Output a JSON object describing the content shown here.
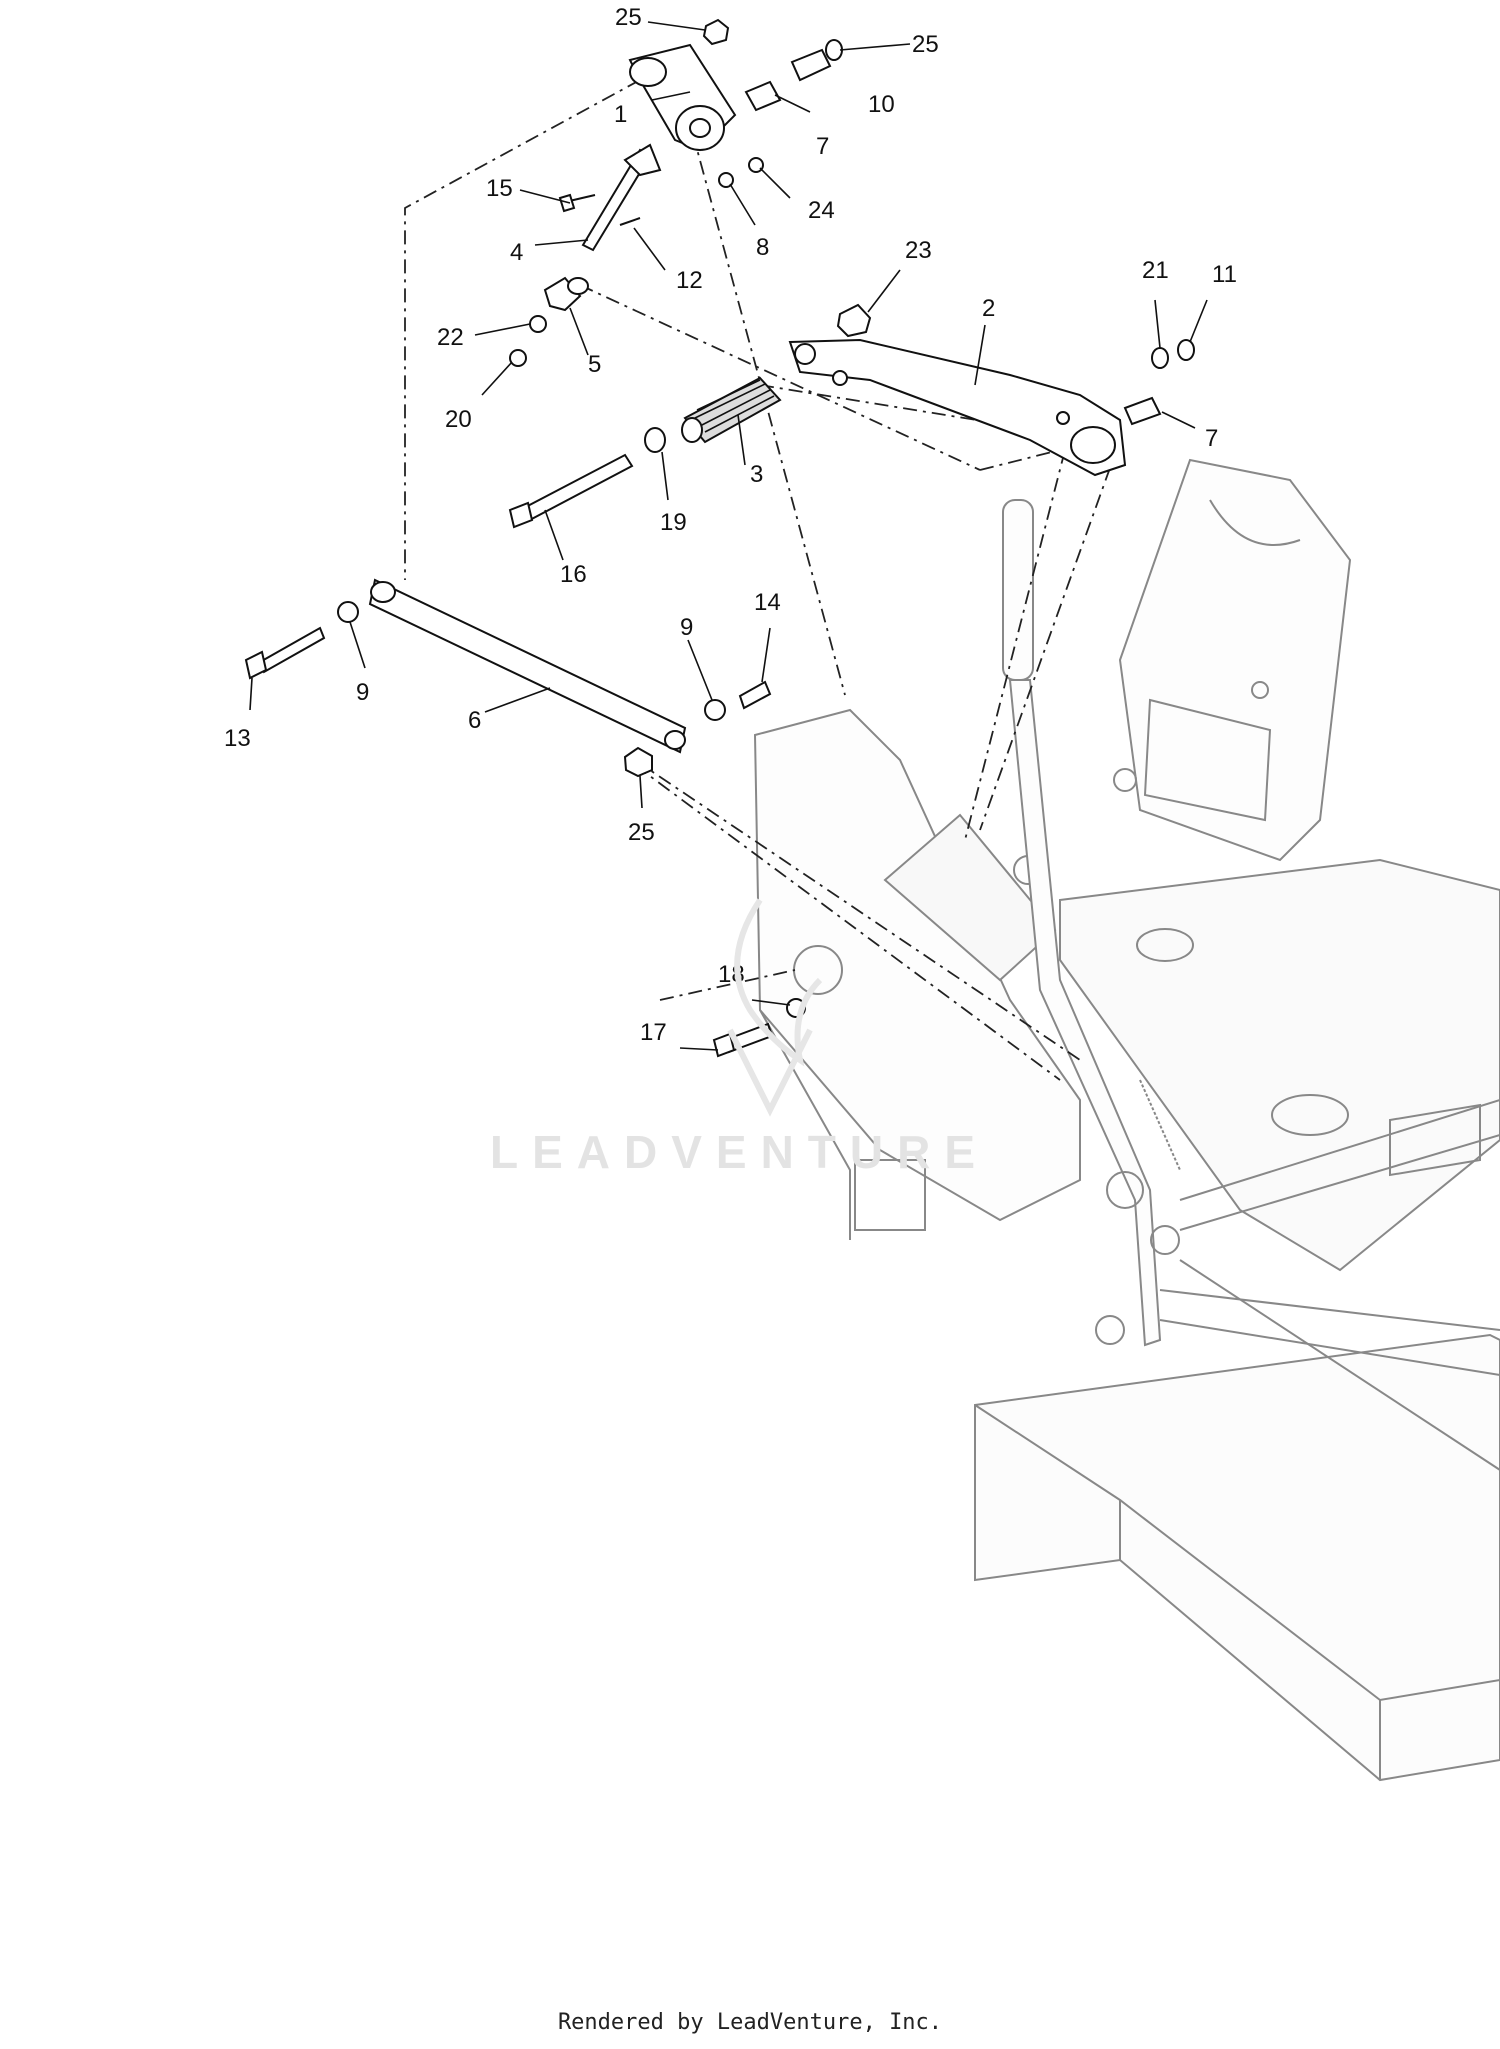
{
  "footer": "Rendered by LeadVenture, Inc.",
  "watermark": "LEADVENTURE",
  "callouts": [
    {
      "id": "c25a",
      "text": "25"
    },
    {
      "id": "c25b",
      "text": "25"
    },
    {
      "id": "c1",
      "text": "1"
    },
    {
      "id": "c10",
      "text": "10"
    },
    {
      "id": "c7a",
      "text": "7"
    },
    {
      "id": "c15",
      "text": "15"
    },
    {
      "id": "c24",
      "text": "24"
    },
    {
      "id": "c8",
      "text": "8"
    },
    {
      "id": "c4",
      "text": "4"
    },
    {
      "id": "c12",
      "text": "12"
    },
    {
      "id": "c23",
      "text": "23"
    },
    {
      "id": "c21",
      "text": "21"
    },
    {
      "id": "c11",
      "text": "11"
    },
    {
      "id": "c2",
      "text": "2"
    },
    {
      "id": "c22",
      "text": "22"
    },
    {
      "id": "c5",
      "text": "5"
    },
    {
      "id": "c20",
      "text": "20"
    },
    {
      "id": "c7b",
      "text": "7"
    },
    {
      "id": "c3",
      "text": "3"
    },
    {
      "id": "c19",
      "text": "19"
    },
    {
      "id": "c16",
      "text": "16"
    },
    {
      "id": "c9a",
      "text": "9"
    },
    {
      "id": "c14",
      "text": "14"
    },
    {
      "id": "c9b",
      "text": "9"
    },
    {
      "id": "c13",
      "text": "13"
    },
    {
      "id": "c6",
      "text": "6"
    },
    {
      "id": "c25c",
      "text": "25"
    },
    {
      "id": "c18",
      "text": "18"
    },
    {
      "id": "c17",
      "text": "17"
    }
  ]
}
